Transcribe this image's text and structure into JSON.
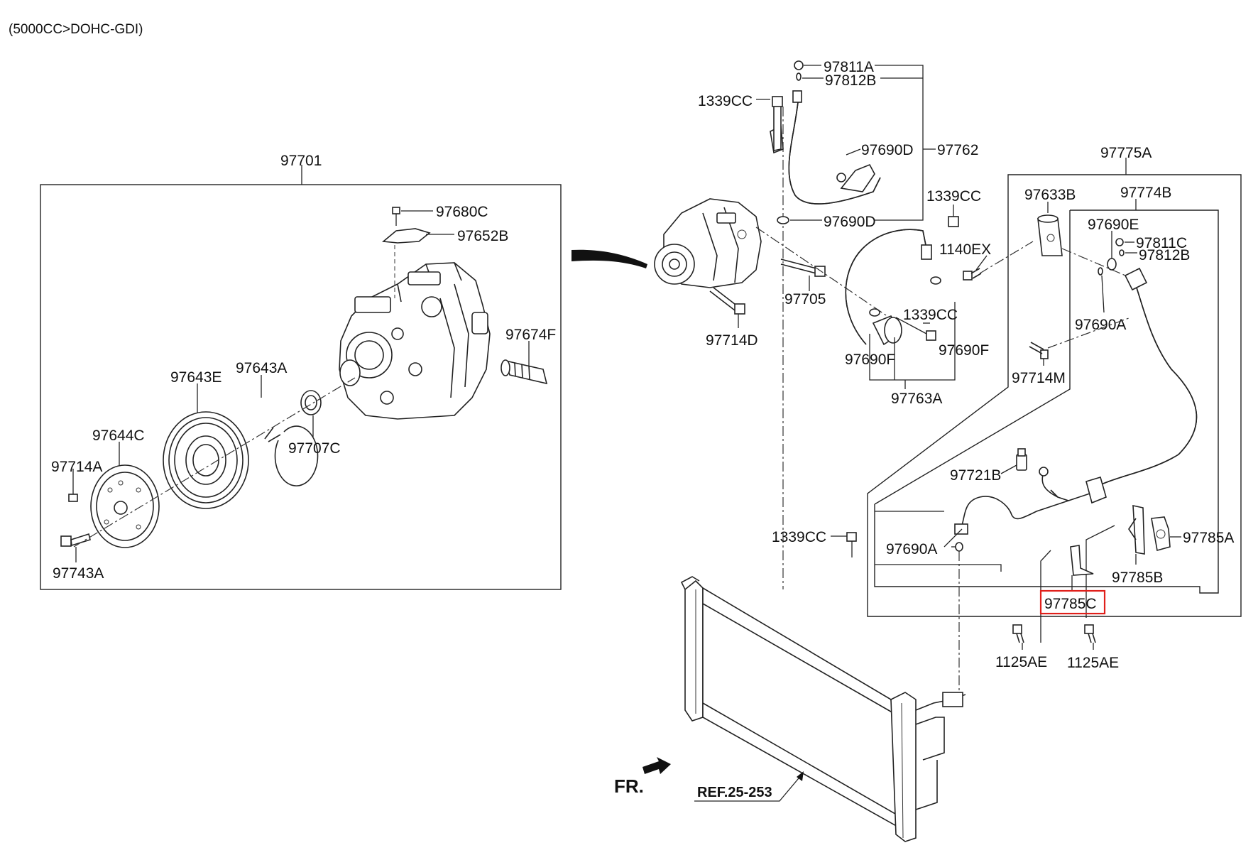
{
  "header": {
    "engine_note": "(5000CC>DOHC-GDI)"
  },
  "labels": {
    "p97701": "97701",
    "p97680C": "97680C",
    "p97652B": "97652B",
    "p97674F": "97674F",
    "p97643E": "97643E",
    "p97643A": "97643A",
    "p97644C": "97644C",
    "p97707C": "97707C",
    "p97714A": "97714A",
    "p97743A": "97743A",
    "p97811A": "97811A",
    "p97812B_top": "97812B",
    "p1339CC_a": "1339CC",
    "p97690D_a": "97690D",
    "p97762": "97762",
    "p97690D_b": "97690D",
    "p1339CC_b": "1339CC",
    "p1140EX": "1140EX",
    "p97705": "97705",
    "p97714D": "97714D",
    "p1339CC_c": "1339CC",
    "p97690F_a": "97690F",
    "p97690F_b": "97690F",
    "p97763A": "97763A",
    "p97775A": "97775A",
    "p97633B": "97633B",
    "p97774B": "97774B",
    "p97690E": "97690E",
    "p97811C": "97811C",
    "p97812B_right": "97812B",
    "p97690A_a": "97690A",
    "p97714M": "97714M",
    "p97721B": "97721B",
    "p1339CC_d": "1339CC",
    "p97690A_b": "97690A",
    "p97785A": "97785A",
    "p97785B": "97785B",
    "p97785C": "97785C",
    "p1125AE_a": "1125AE",
    "p1125AE_b": "1125AE"
  },
  "footer": {
    "front_marker": "FR.",
    "reference": "REF.25-253"
  },
  "highlight": {
    "part": "97785C",
    "color": "#e0201b"
  }
}
